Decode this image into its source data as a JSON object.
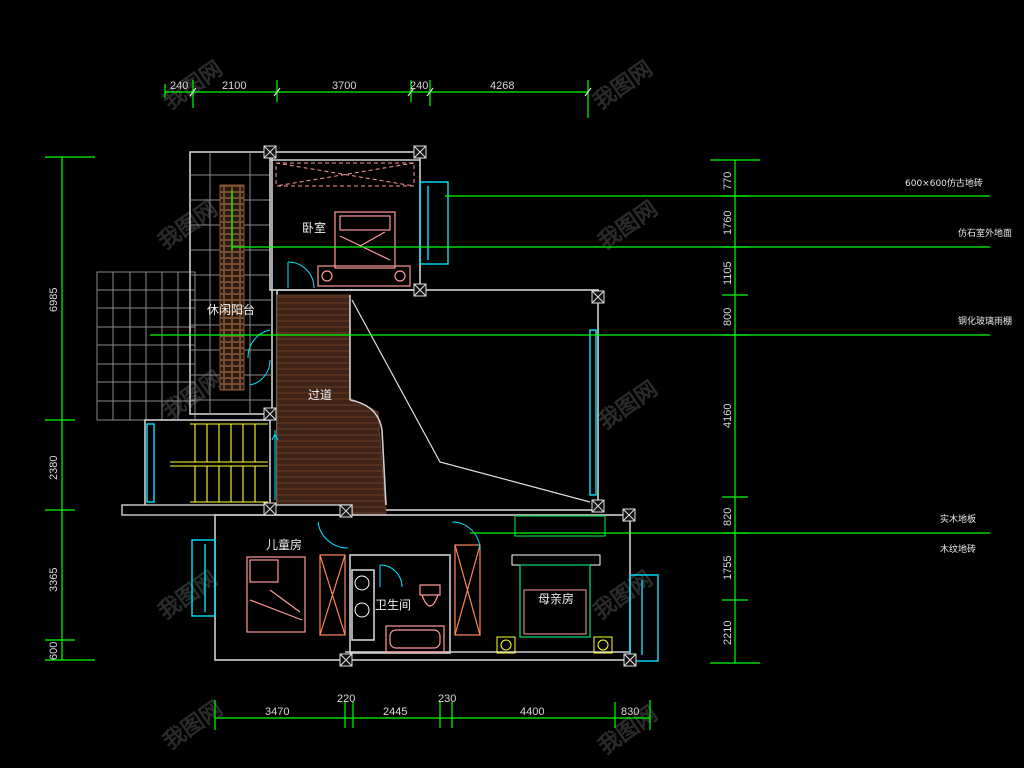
{
  "dimensions": {
    "top": [
      "240",
      "2100",
      "3700",
      "240",
      "4268"
    ],
    "bottom": [
      "3470",
      "220",
      "2445",
      "230",
      "4400",
      "830"
    ],
    "left": [
      "6985",
      "2380",
      "3365",
      "600"
    ],
    "right": [
      "770",
      "1760",
      "1105",
      "800",
      "4160",
      "820",
      "1755",
      "2210"
    ]
  },
  "rooms": {
    "bedroom": "卧室",
    "leisure_balcony": "休闲阳台",
    "corridor": "过道",
    "childrens_room": "儿童房",
    "bathroom": "卫生间",
    "mother_room": "母亲房"
  },
  "callouts": [
    "600×600仿古地砖",
    "仿石室外地面",
    "钢化玻璃雨棚",
    "实木地板",
    "木纹地砖"
  ],
  "colors": {
    "background": "#000000",
    "dimension_line": "#00ff00",
    "wall": "#cfcfcf",
    "window": "#00e5ff",
    "bed": "#ff9a9a",
    "wardrobe": "#ff8855",
    "stairs": "#ffff33",
    "wood_floor": "#4a2a1a"
  },
  "watermark": "我图网"
}
